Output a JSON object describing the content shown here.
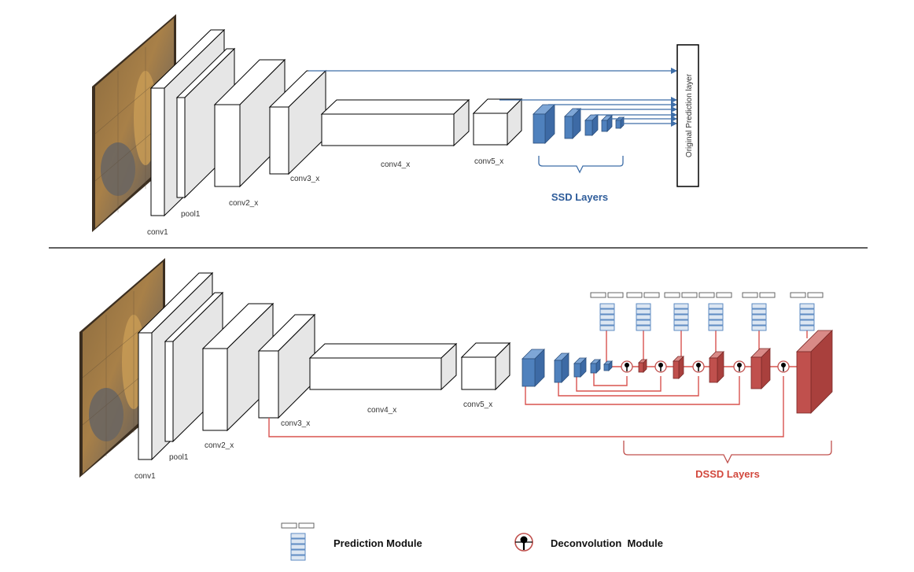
{
  "colors": {
    "ssd_blue": "#4f81bd",
    "dssd_red": "#c0504d",
    "arrow_blue": "#3e6ea8",
    "line_red": "#d9534f",
    "ssd_title": "#2e5c9a",
    "dssd_title": "#d2483d"
  },
  "top_network": {
    "labels": {
      "conv1": "conv1",
      "pool1": "pool1",
      "conv2": "conv2_x",
      "conv3": "conv3_x",
      "conv4": "conv4_x",
      "conv5": "conv5_x"
    },
    "ssd_layers_title": "SSD Layers",
    "prediction_layer_label": "Original Prediction layer"
  },
  "bottom_network": {
    "labels": {
      "conv1": "conv1",
      "pool1": "pool1",
      "conv2": "conv2_x",
      "conv3": "conv3_x",
      "conv4": "conv4_x",
      "conv5": "conv5_x"
    },
    "dssd_layers_title": "DSSD Layers"
  },
  "legend": {
    "prediction_module": "Prediction Module",
    "deconvolution_module": "Deconvolution  Module"
  },
  "icons": {
    "input_image": "cat-and-dog-photo",
    "prediction_module": "stacked-bars-icon",
    "deconvolution_module": "circle-with-dot-icon"
  }
}
